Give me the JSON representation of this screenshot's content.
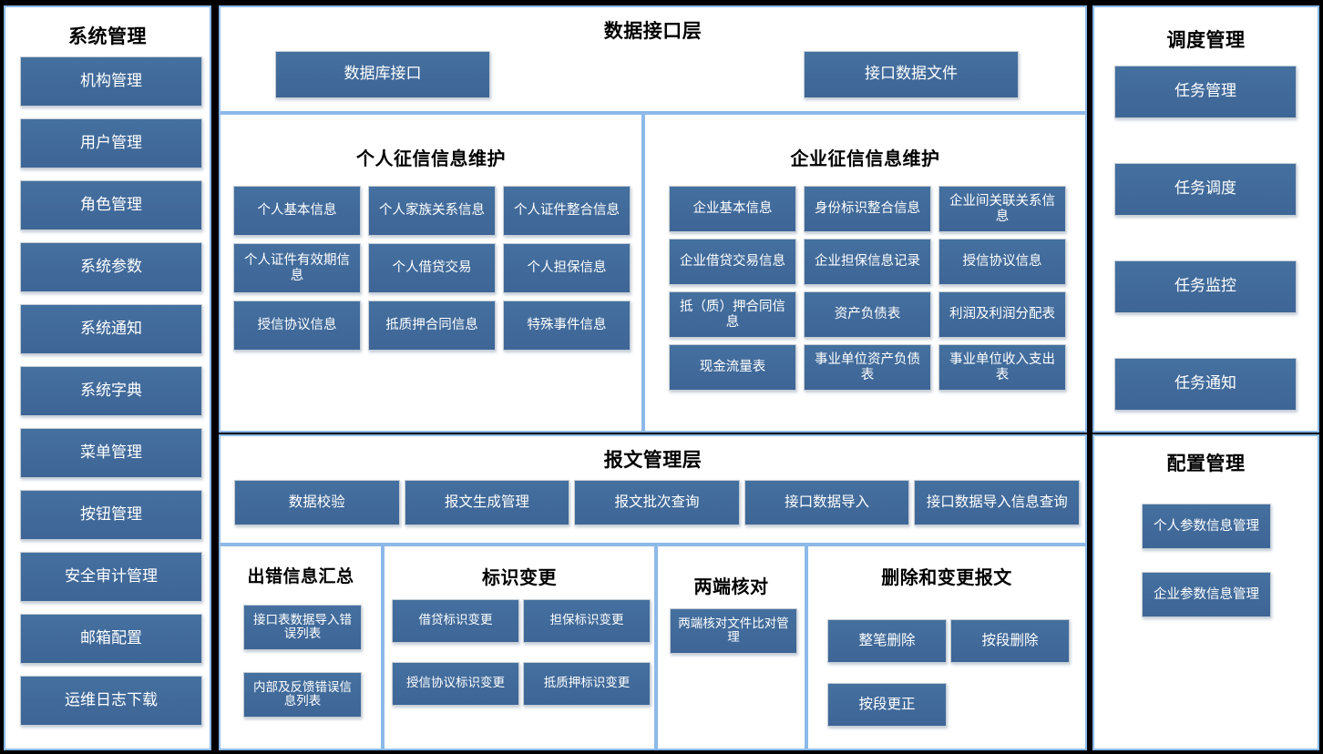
{
  "colors": {
    "tile_blue": "#41699f",
    "panel_border": "#8cb9e8",
    "background": "#000000",
    "panel_fill": "#ffffff",
    "tile_text": "#ffffff",
    "title_text": "#000000"
  },
  "left_sidebar": {
    "title": "系统管理",
    "items": [
      {
        "label": "机构管理"
      },
      {
        "label": "用户管理"
      },
      {
        "label": "角色管理"
      },
      {
        "label": "系统参数"
      },
      {
        "label": "系统通知"
      },
      {
        "label": "系统字典"
      },
      {
        "label": "菜单管理"
      },
      {
        "label": "按钮管理"
      },
      {
        "label": "安全审计管理"
      },
      {
        "label": "邮箱配置"
      },
      {
        "label": "运维日志下载"
      }
    ]
  },
  "data_interface_layer": {
    "title": "数据接口层",
    "db_interface": "数据库接口",
    "file_interface": "接口数据文件"
  },
  "personal_credit": {
    "title": "个人征信信息维护",
    "items": [
      {
        "label": "个人基本信息"
      },
      {
        "label": "个人家族关系信息"
      },
      {
        "label": "个人证件整合信息"
      },
      {
        "label": "个人证件有效期信息"
      },
      {
        "label": "个人借贷交易"
      },
      {
        "label": "个人担保信息"
      },
      {
        "label": "授信协议信息"
      },
      {
        "label": "抵质押合同信息"
      },
      {
        "label": "特殊事件信息"
      }
    ]
  },
  "enterprise_credit": {
    "title": "企业征信信息维护",
    "items": [
      {
        "label": "企业基本信息"
      },
      {
        "label": "身份标识整合信息"
      },
      {
        "label": "企业间关联关系信息"
      },
      {
        "label": "企业借贷交易信息"
      },
      {
        "label": "企业担保信息记录"
      },
      {
        "label": "授信协议信息"
      },
      {
        "label": "抵（质）押合同信息"
      },
      {
        "label": "资产负债表"
      },
      {
        "label": "利润及利润分配表"
      },
      {
        "label": "现金流量表"
      },
      {
        "label": "事业单位资产负债表"
      },
      {
        "label": "事业单位收入支出表"
      }
    ]
  },
  "message_layer": {
    "title": "报文管理层",
    "items": [
      {
        "label": "数据校验"
      },
      {
        "label": "报文生成管理"
      },
      {
        "label": "报文批次查询"
      },
      {
        "label": "接口数据导入"
      },
      {
        "label": "接口数据导入信息查询"
      }
    ]
  },
  "error_summary": {
    "title": "出错信息汇总",
    "items": [
      {
        "label": "接口表数据导入错误列表"
      },
      {
        "label": "内部及反馈错误信息列表"
      }
    ]
  },
  "flag_change": {
    "title": "标识变更",
    "items": [
      {
        "label": "借贷标识变更"
      },
      {
        "label": "担保标识变更"
      },
      {
        "label": "授信协议标识变更"
      },
      {
        "label": "抵质押标识变更"
      }
    ]
  },
  "reconciliation": {
    "title": "两端核对",
    "items": [
      {
        "label": "两端核对文件比对管理"
      }
    ]
  },
  "delete_change": {
    "title": "删除和变更报文",
    "items": [
      {
        "label": "整笔删除"
      },
      {
        "label": "按段删除"
      },
      {
        "label": "按段更正"
      }
    ]
  },
  "scheduling": {
    "title": "调度管理",
    "items": [
      {
        "label": "任务管理"
      },
      {
        "label": "任务调度"
      },
      {
        "label": "任务监控"
      },
      {
        "label": "任务通知"
      }
    ]
  },
  "config_management": {
    "title": "配置管理",
    "items": [
      {
        "label": "个人参数信息管理"
      },
      {
        "label": "企业参数信息管理"
      }
    ]
  }
}
